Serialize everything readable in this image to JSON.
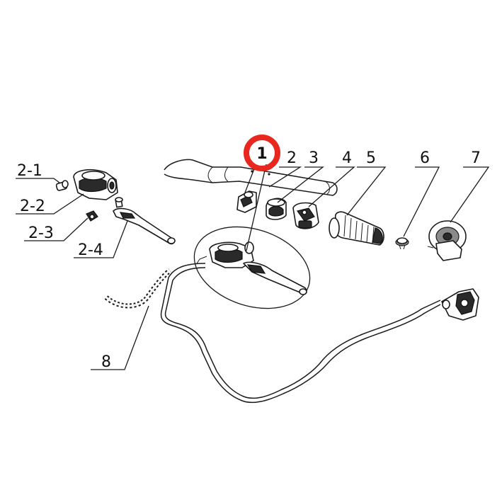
{
  "highlight_color": "#e8281e",
  "callouts": {
    "c1": "1",
    "c2": "2",
    "c3": "3",
    "c4": "4",
    "c5": "5",
    "c6": "6",
    "c7": "7",
    "c8": "8",
    "c2_1": "2-1",
    "c2_2": "2-2",
    "c2_3": "2-3",
    "c2_4": "2-4"
  }
}
